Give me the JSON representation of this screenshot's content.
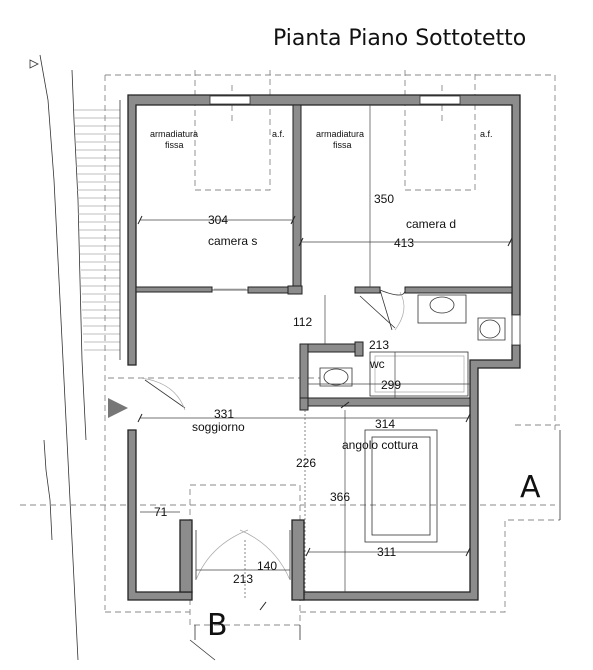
{
  "title": "Pianta Piano Sottotetto",
  "rooms": {
    "camera_s": "camera s",
    "camera_d": "camera d",
    "wc": "wc",
    "soggiorno": "soggiorno",
    "angolo_cottura": "angolo cottura"
  },
  "furniture": {
    "armadiatura_left_1": "armadiatura",
    "armadiatura_left_2": "fissa",
    "af_left": "a.f.",
    "armadiatura_right_1": "armadiatura",
    "armadiatura_right_2": "fissa",
    "af_right": "a.f."
  },
  "dimensions": {
    "d304": "304",
    "d350": "350",
    "d413": "413",
    "d112": "112",
    "d213_wc": "213",
    "d299": "299",
    "d331": "331",
    "d314": "314",
    "d226": "226",
    "d366": "366",
    "d71": "71",
    "d311": "311",
    "d140": "140",
    "d213_entry": "213"
  },
  "section_marks": {
    "a": "A",
    "b": "B"
  }
}
